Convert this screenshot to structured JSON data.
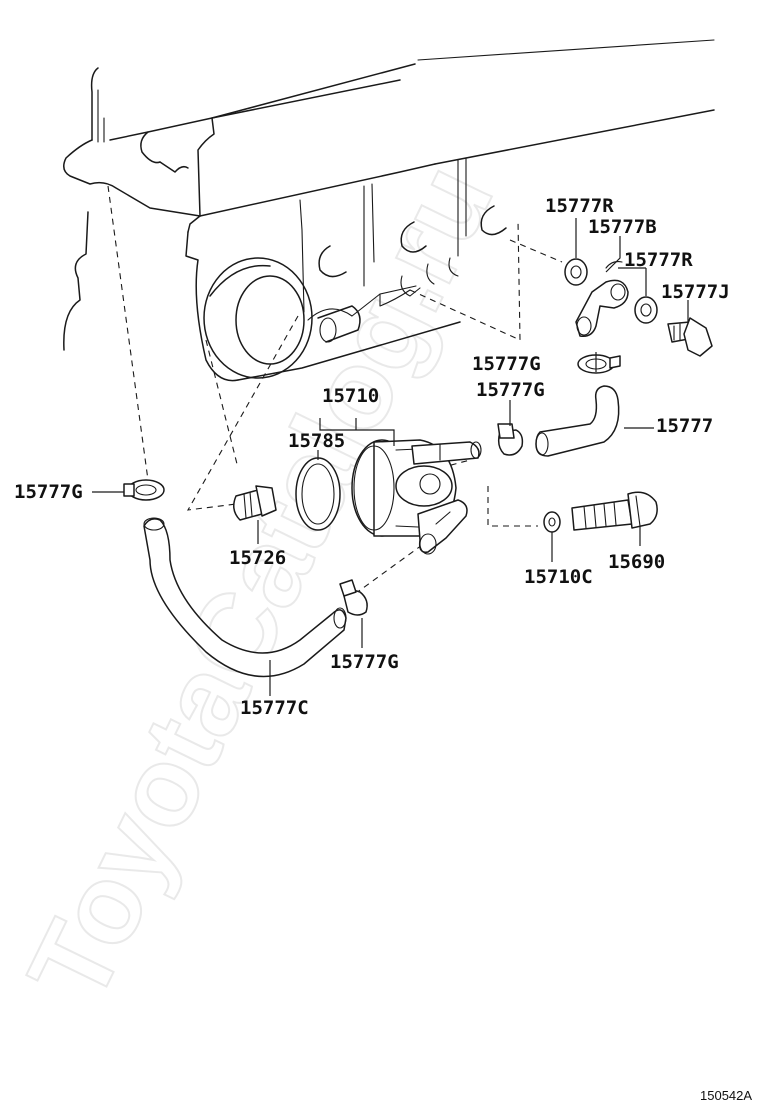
{
  "watermark": "ToyotaCatalog.ru",
  "diagram_code": "150542A",
  "labels": {
    "p15777R_top": "15777R",
    "p15777B": "15777B",
    "p15777R_mid": "15777R",
    "p15777J": "15777J",
    "p15777G_right": "15777G",
    "p15710": "15710",
    "p15777G_center": "15777G",
    "p15785": "15785",
    "p15777": "15777",
    "p15777G_left": "15777G",
    "p15726": "15726",
    "p15710C": "15710C",
    "p15690": "15690",
    "p15777G_bottom": "15777G",
    "p15777C": "15777C"
  }
}
